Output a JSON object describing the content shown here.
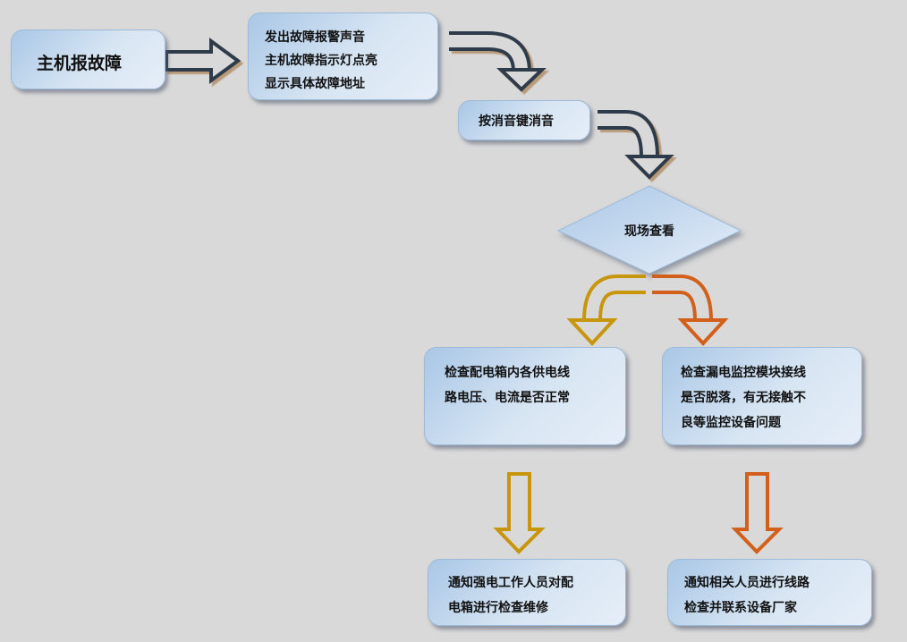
{
  "nodes": {
    "host_fault": "主机报故障",
    "alarm": [
      "发出故障报警声音",
      "主机故障指示灯点亮",
      "显示具体故障地址"
    ],
    "mute": "按消音键消音",
    "inspect": "现场查看",
    "check_power": [
      "检查配电箱内各供电线",
      "路电压、电流是否正常"
    ],
    "check_module": [
      "检查漏电监控模块接线",
      "是否脱落，有无接触不",
      "良等监控设备问题"
    ],
    "notify_power": [
      "通知强电工作人员对配",
      "电箱进行检查维修"
    ],
    "notify_vendor": [
      "通知相关人员进行线路",
      "检查并联系设备厂家"
    ]
  },
  "colors": {
    "dark_arrow": "#2f3a4c",
    "gold_arrow": "#c8960c",
    "orange_arrow": "#d2601a",
    "background": "#d9d9d9"
  }
}
